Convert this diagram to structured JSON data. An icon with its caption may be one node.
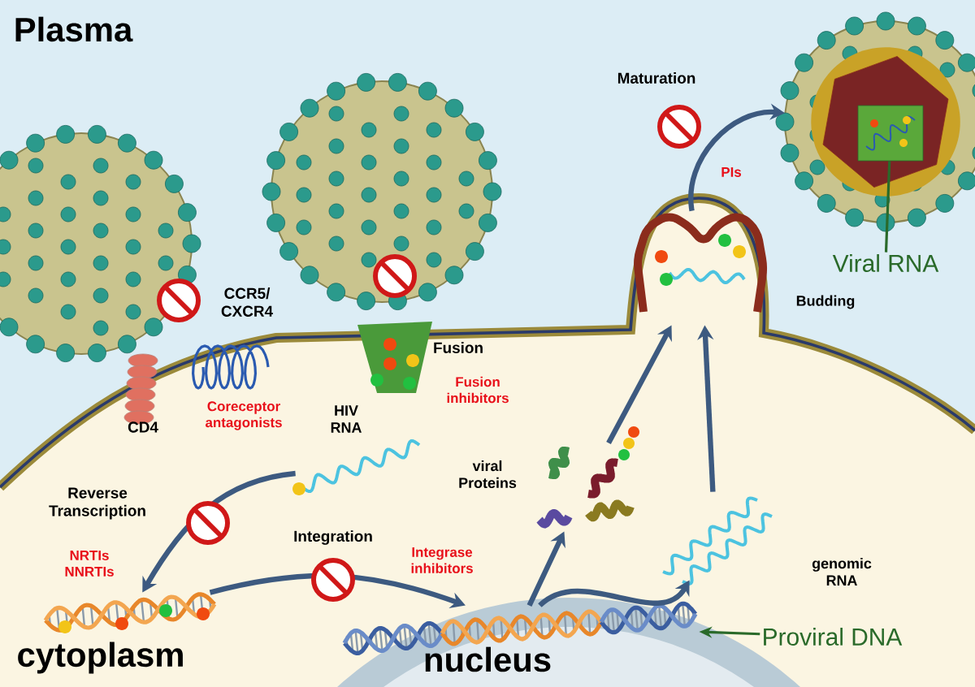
{
  "diagram": {
    "nodes": [
      {
        "text": [],
        "shape": "circle"
      },
      {
        "text": [],
        "shape": "circle"
      },
      {
        "text": [],
        "shape": "picture",
        "beside": [
          "Budding"
        ]
      },
      {
        "text": [],
        "shape": "circle"
      },
      {
        "text": [
          "Viral RNA"
        ]
      },
      {
        "text": [],
        "shape": "box",
        "in": 3
      },
      {
        "text": [],
        "shape": "picture",
        "beside": [
          "HIV RNA"
        ]
      },
      {
        "text": [],
        "shape": "picture"
      },
      {
        "text": [],
        "shape": "picture"
      },
      {
        "text": [
          "Proviral DNA"
        ]
      },
      {
        "text": [],
        "shape": "picture",
        "beside": [
          "viral Proteins"
        ]
      },
      {
        "text": [],
        "shape": "picture",
        "beside": [
          "genomic RNA"
        ]
      }
    ],
    "edges": [
      {
        "from": 6,
        "to": 7,
        "arrow": "to"
      },
      {
        "from": 7,
        "to": 8,
        "arrow": "to"
      },
      {
        "from": 8,
        "to": 10,
        "arrow": "to"
      },
      {
        "from": 8,
        "to": 11,
        "arrow": "to"
      },
      {
        "from": 10,
        "to": 2,
        "arrow": "to"
      },
      {
        "from": 11,
        "to": 2,
        "arrow": "to"
      },
      {
        "from": 2,
        "to": 3,
        "arrow": "to"
      },
      {
        "from": 9,
        "to": 8,
        "arrow": "to",
        "color": "#2a6a2a"
      },
      {
        "from": 4,
        "to": 5,
        "arrow": "none",
        "color": "#2a6a2a"
      }
    ],
    "labels": [
      "Plasma",
      "CCR5/ CXCR4",
      "CD4",
      "Coreceptor antagonists",
      "Fusion",
      "Fusion inhibitors",
      "Maturation",
      "PIs",
      "Reverse Transcription",
      "NRTIs NNRTIs",
      "Integration",
      "Integrase inhibitors",
      "cytoplasm",
      "nucleus"
    ]
  }
}
